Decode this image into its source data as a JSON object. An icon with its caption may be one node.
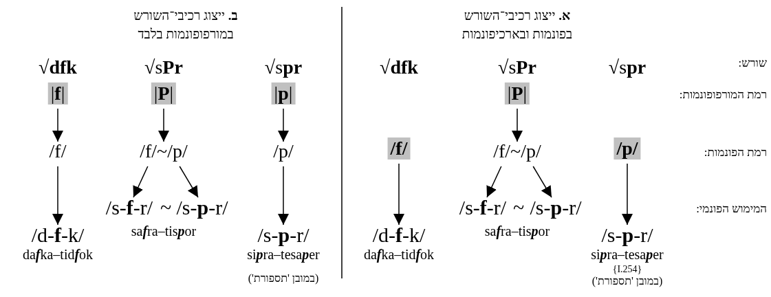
{
  "diagram": {
    "nodes": [
      {
        "text": [
          "|**P**|"
        ]
      },
      {
        "text": [
          "/f/"
        ]
      },
      {
        "text": [
          "/f/~/p/"
        ]
      },
      {
        "text": [
          "/p/"
        ]
      },
      {
        "text": [
          "/d-**f**-k/"
        ],
        "beside": [
          "da**f**ka–tid**f**ok"
        ]
      },
      {
        "text": [
          "/s-**f**-r/"
        ]
      },
      {
        "text": [
          "/s-**p**-r/"
        ]
      },
      {
        "text": [
          "/s-**p**-r/"
        ],
        "beside": [
          "si**p**ra–tesa**p**er",
          "{I.254}",
          "(במובן 'תספורת')"
        ]
      },
      {
        "text": [
          "|**f**|"
        ]
      },
      {
        "text": [
          "|**P**|"
        ]
      },
      {
        "text": [
          "|**p**|"
        ]
      },
      {
        "text": [
          "/f/"
        ]
      },
      {
        "text": [
          "/f/~/p/"
        ]
      },
      {
        "text": [
          "/p/"
        ]
      },
      {
        "text": [
          "/d-**f**-k/"
        ],
        "beside": [
          "da**f**ka–tid**f**ok"
        ]
      },
      {
        "text": [
          "/s-**f**-r/"
        ]
      },
      {
        "text": [
          "/s-**p**-r/"
        ]
      },
      {
        "text": [
          "/s-**p**-r/"
        ],
        "beside": [
          "si**p**ra–tesa**p**er",
          "(במובן 'תספורת')"
        ]
      }
    ],
    "edges": [
      {
        "from": 0,
        "to": 2,
        "arrow": "to"
      },
      {
        "from": 1,
        "to": 4,
        "arrow": "to"
      },
      {
        "from": 2,
        "to": 5,
        "arrow": "to"
      },
      {
        "from": 2,
        "to": 6,
        "arrow": "to"
      },
      {
        "from": 3,
        "to": 7,
        "arrow": "to"
      },
      {
        "from": 8,
        "to": 11,
        "arrow": "to"
      },
      {
        "from": 9,
        "to": 12,
        "arrow": "to"
      },
      {
        "from": 10,
        "to": 13,
        "arrow": "to"
      },
      {
        "from": 11,
        "to": 14,
        "arrow": "to"
      },
      {
        "from": 12,
        "to": 15,
        "arrow": "to"
      },
      {
        "from": 12,
        "to": 16,
        "arrow": "to"
      },
      {
        "from": 13,
        "to": 17,
        "arrow": "to"
      }
    ],
    "labels": [
      "**א.** ייצוג רכיבי־השורש בפונמות ובארכיפונמות",
      "**ב.** ייצוג רכיבי־השורש במורפופונמות בלבד",
      "שורש:",
      "√**dfk**",
      "√s**Pr**",
      "√s**pr**",
      "√**dfk**",
      "√s**Pr**",
      "√s**pr**",
      "רמת המורפופונמות:",
      "רמת הפונמות:",
      "המימוש הפונמי:",
      "~",
      "sa**f**ra–tis**p**or",
      "~",
      "sa**f**ra–tis**p**or"
    ]
  }
}
